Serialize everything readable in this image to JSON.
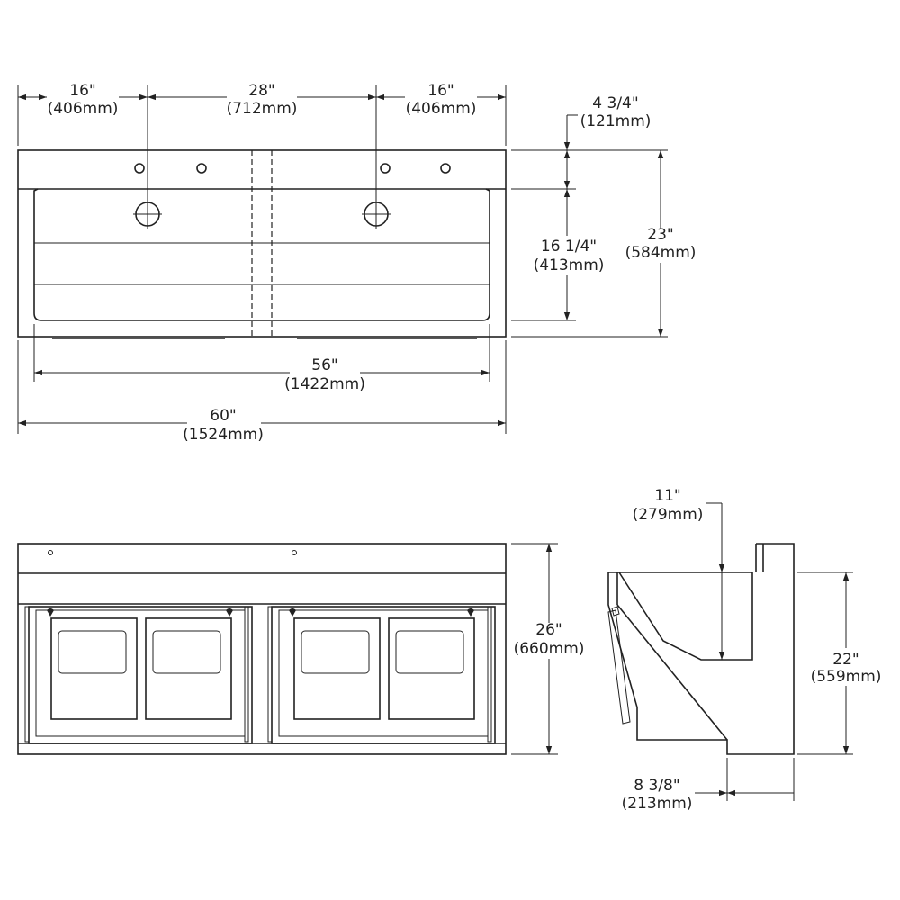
{
  "colors": {
    "line": "#222222",
    "background": "#ffffff"
  },
  "top_view": {
    "dim_left": {
      "in": "16\"",
      "mm": "(406mm)"
    },
    "dim_center": {
      "in": "28\"",
      "mm": "(712mm)"
    },
    "dim_right": {
      "in": "16\"",
      "mm": "(406mm)"
    },
    "dim_back": {
      "in": "4 3/4\"",
      "mm": "(121mm)"
    },
    "dim_basin": {
      "in": "16 1/4\"",
      "mm": "(413mm)"
    },
    "dim_depth": {
      "in": "23\"",
      "mm": "(584mm)"
    },
    "dim_inner": {
      "in": "56\"",
      "mm": "(1422mm)"
    },
    "dim_overall": {
      "in": "60\"",
      "mm": "(1524mm)"
    }
  },
  "front_view": {
    "dim_height": {
      "in": "26\"",
      "mm": "(660mm)"
    }
  },
  "side_view": {
    "dim_top": {
      "in": "11\"",
      "mm": "(279mm)"
    },
    "dim_height": {
      "in": "22\"",
      "mm": "(559mm)"
    },
    "dim_bottom": {
      "in": "8 3/8\"",
      "mm": "(213mm)"
    }
  }
}
